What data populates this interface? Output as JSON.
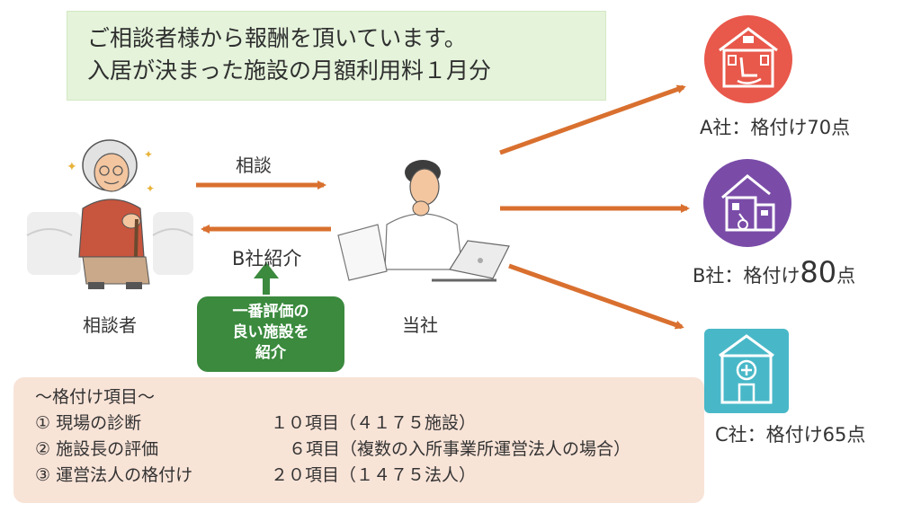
{
  "header": {
    "line1": "ご相談者様から報酬を頂いています。",
    "line2": "入居が決まった施設の月額利用料１月分"
  },
  "consultation_label": "相談",
  "introduction_label": "B社紹介",
  "client_label": "相談者",
  "our_company_label": "当社",
  "bubble": {
    "line1": "一番評価の",
    "line2": "良い施設を",
    "line3": "紹介"
  },
  "companies": [
    {
      "label": "A社：格付け70点",
      "score": 70,
      "color": "#e8584b",
      "icon": "nursing-home-rocking-chair-icon"
    },
    {
      "label_prefix": "B社：格付け",
      "score_text": "80",
      "label_suffix": "点",
      "score": 80,
      "color": "#7a4ca8",
      "icon": "house-with-wheelchair-icon"
    },
    {
      "label": "C社：格付け65点",
      "score": 65,
      "color": "#48b8c8",
      "icon": "clinic-building-icon"
    }
  ],
  "criteria": {
    "title": "～格付け項目～",
    "items": [
      {
        "name": "① 現場の診断",
        "detail": "１０項目（４１７５施設）"
      },
      {
        "name": "② 施設長の評価",
        "detail": "６項目（複数の入所事業所運営法人の場合）"
      },
      {
        "name": "③ 運営法人の格付け",
        "detail": "２０項目（１４７５法人）"
      }
    ]
  },
  "colors": {
    "arrow": "#d9702f",
    "bubble": "#3b8a3e",
    "header_bg": "#e4f3da",
    "criteria_bg": "#f8e3d7"
  }
}
